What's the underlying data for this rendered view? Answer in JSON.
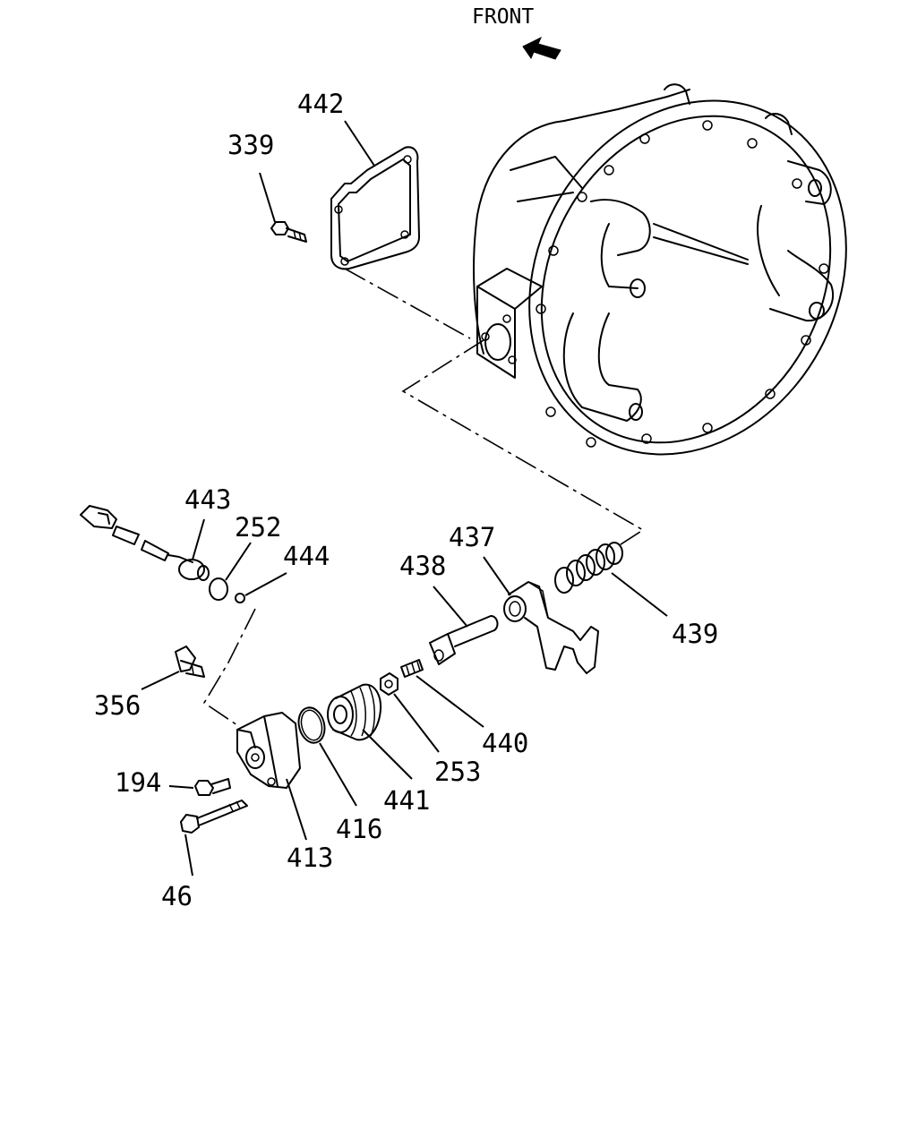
{
  "header": {
    "front_label": "FRONT"
  },
  "parts": {
    "p339": "339",
    "p442": "442",
    "p443": "443",
    "p252": "252",
    "p444": "444",
    "p437": "437",
    "p438": "438",
    "p439": "439",
    "p356": "356",
    "p440": "440",
    "p253": "253",
    "p441": "441",
    "p194": "194",
    "p416": "416",
    "p413": "413",
    "p46": "46"
  },
  "icons": {
    "direction": "arrow-front-icon"
  }
}
